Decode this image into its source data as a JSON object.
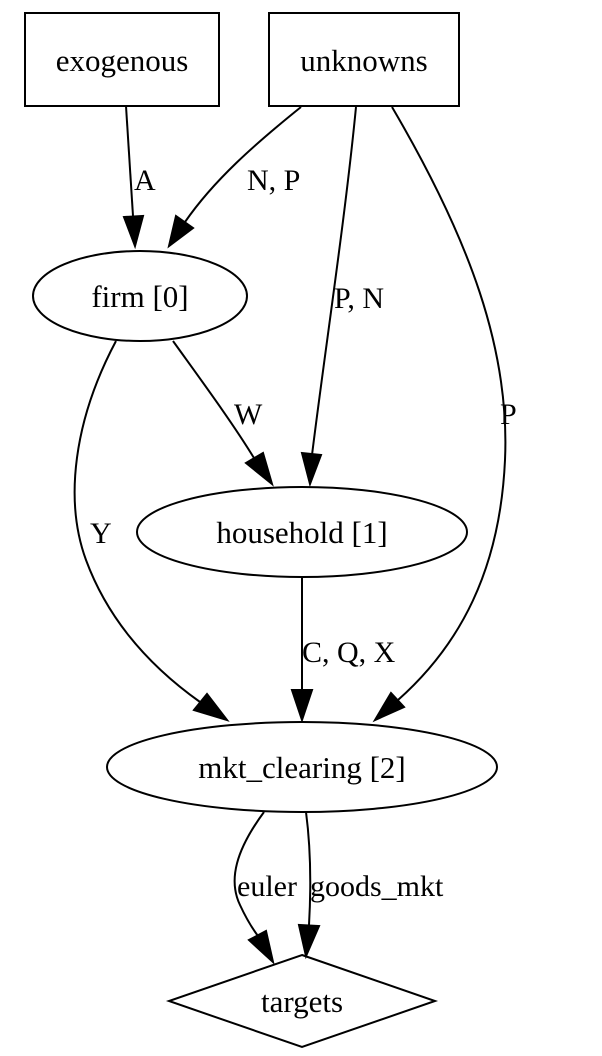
{
  "nodes": {
    "exogenous": "exogenous",
    "unknowns": "unknowns",
    "firm": "firm [0]",
    "household": "household [1]",
    "mkt_clearing": "mkt_clearing [2]",
    "targets": "targets"
  },
  "edges": {
    "exogenous_to_firm": "A",
    "unknowns_to_firm": "N, P",
    "unknowns_to_household": "P, N",
    "unknowns_to_mkt_clearing": "P",
    "firm_to_household": "W",
    "firm_to_mkt_clearing": "Y",
    "household_to_mkt_clearing": "C, Q, X",
    "mkt_clearing_to_targets_euler": "euler",
    "mkt_clearing_to_targets_goods": "goods_mkt"
  }
}
